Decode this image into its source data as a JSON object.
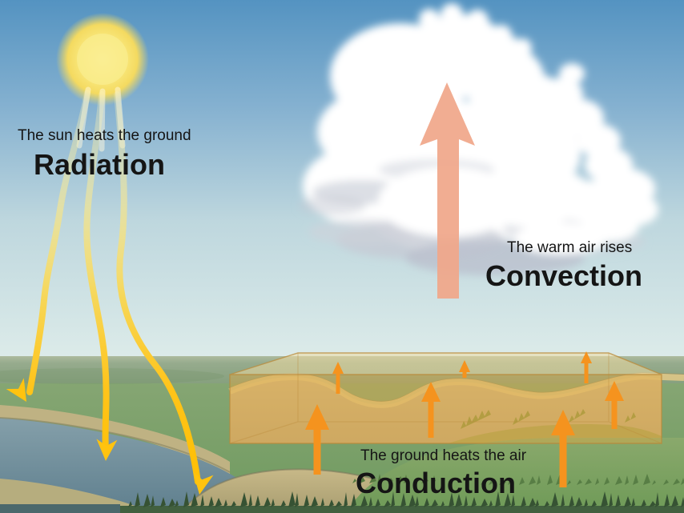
{
  "title": "Heat transfer diagram: radiation, convection and conduction over a landscape",
  "sections": {
    "radiation": {
      "caption": "The sun heats the ground",
      "heading": "Radiation"
    },
    "convection": {
      "caption": "The warm air rises",
      "heading": "Convection"
    },
    "conduction": {
      "caption": "The ground heats the air",
      "heading": "Conduction"
    }
  },
  "icons": {
    "sun": "glowing-sun-disc",
    "radiation_rays": "three-wavy-yellow-down-arrows",
    "convection_arrow": "large-salmon-up-arrow",
    "conduction_arrows": "seven-orange-up-arrows",
    "cloud": "cumulus-cloud",
    "air_layer_box": "translucent-yellow-3d-box"
  },
  "colors": {
    "text": "#151515",
    "sky-top": "#5493c1",
    "sky-horizon": "#dcebe9",
    "sun-core": "#faf0a0",
    "ray-yellow": "#ffc30f",
    "convection-salmon": "#f0a78a",
    "conduction-orange": "#f5931e",
    "box-face": "#dfa844",
    "field-green": "#7aa065",
    "river-blue": "#7e9aa6",
    "sand-tan": "#cdb582"
  }
}
